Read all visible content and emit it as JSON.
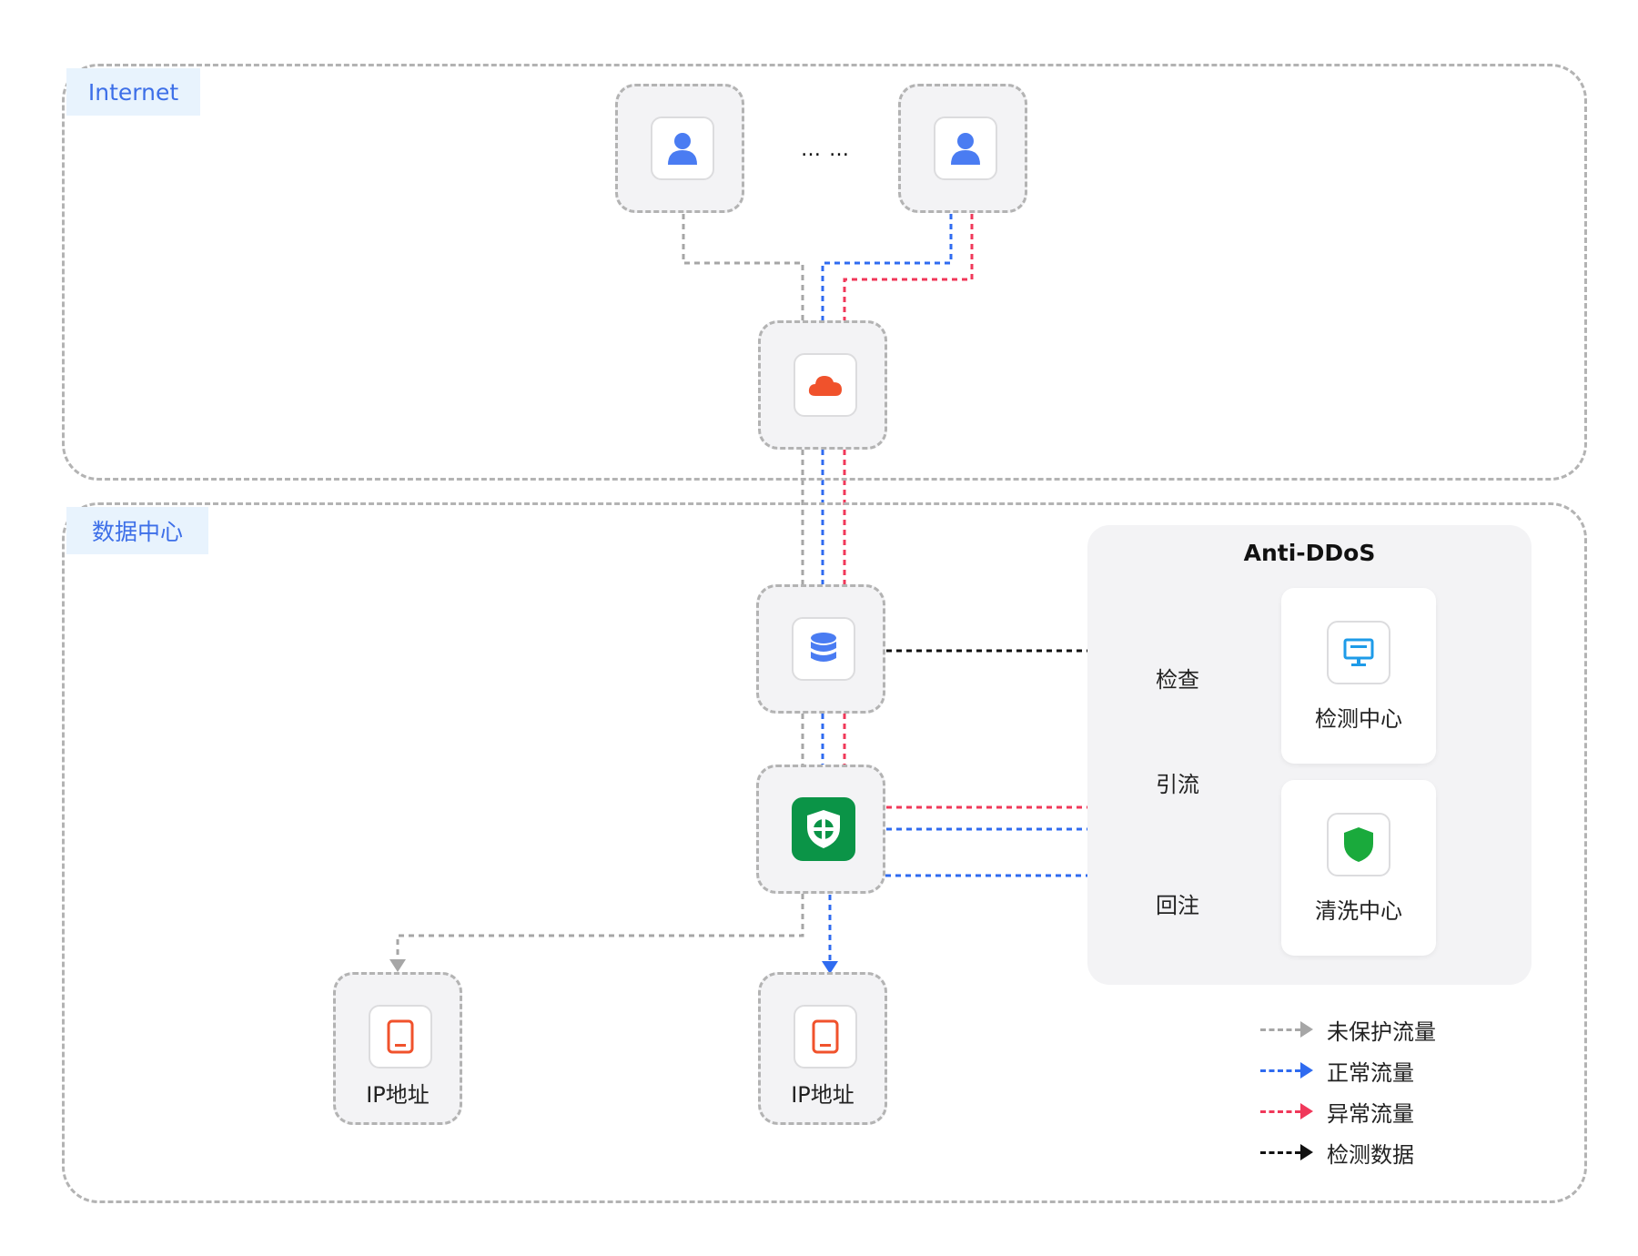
{
  "zones": {
    "internet": {
      "label": "Internet"
    },
    "datacenter": {
      "label": "数据中心"
    }
  },
  "ellipsis": "… …",
  "anti_ddos": {
    "title": "Anti-DDoS",
    "detection_center": "检测中心",
    "scrubbing_center": "清洗中心"
  },
  "flow_labels": {
    "inspect": "检查",
    "divert": "引流",
    "reinject": "回注"
  },
  "servers": {
    "left": "IP地址",
    "right": "IP地址"
  },
  "legend": [
    {
      "label": "未保护流量",
      "color": "#a6a6a6"
    },
    {
      "label": "正常流量",
      "color": "#2f6bf0"
    },
    {
      "label": "异常流量",
      "color": "#f0385a"
    },
    {
      "label": "检测数据",
      "color": "#111111"
    }
  ],
  "colors": {
    "unprotected": "#a6a6a6",
    "normal": "#2f6bf0",
    "abnormal": "#f0385a",
    "detection": "#111111",
    "zone_tag_bg": "#e8f3fd",
    "zone_tag_text": "#3d6fe8"
  },
  "icons": {
    "user": "user-icon",
    "cloud": "cloud-icon",
    "database": "database-icon",
    "shield": "shield-icon",
    "monitor": "monitor-icon",
    "device": "tablet-icon"
  }
}
